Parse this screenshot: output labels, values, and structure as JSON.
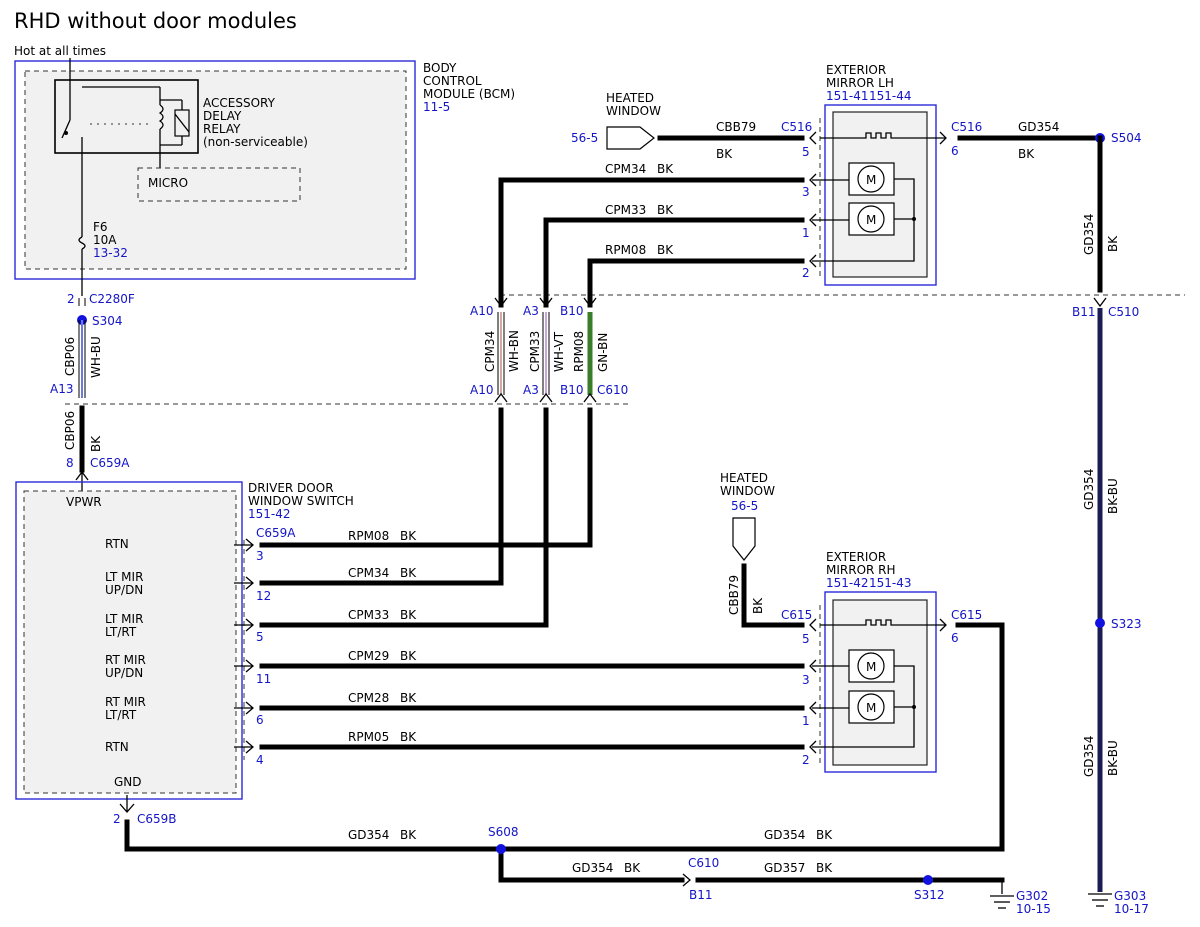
{
  "title": "RHD without door modules",
  "hot_label": "Hot at all times",
  "bcm": {
    "l1": "BODY",
    "l2": "CONTROL",
    "l3": "MODULE (BCM)",
    "ref": "11-5"
  },
  "relay": {
    "l1": "ACCESSORY",
    "l2": "DELAY",
    "l3": "RELAY",
    "l4": "(non-serviceable)"
  },
  "micro": "MICRO",
  "fuse": {
    "name": "F6",
    "rating": "10A",
    "ref": "13-32"
  },
  "c2280f": {
    "pin": "2",
    "name": "C2280F"
  },
  "s304": "S304",
  "cbp06_upper": {
    "circuit": "CBP06",
    "color": "WH-BU"
  },
  "a13": "A13",
  "cbp06_lower": {
    "circuit": "CBP06",
    "color": "BK"
  },
  "c659a_top": {
    "pin": "8",
    "name": "C659A"
  },
  "driver_switch": {
    "l1": "DRIVER DOOR",
    "l2": "WINDOW SWITCH",
    "ref": "151-42",
    "vpwr": "VPWR",
    "gnd": "GND",
    "connector": "C659A",
    "functions": [
      {
        "l1": "RTN",
        "l2": ""
      },
      {
        "l1": "LT MIR",
        "l2": "UP/DN"
      },
      {
        "l1": "LT MIR",
        "l2": "LT/RT"
      },
      {
        "l1": "RT MIR",
        "l2": "UP/DN"
      },
      {
        "l1": "RT MIR",
        "l2": "LT/RT"
      },
      {
        "l1": "RTN",
        "l2": ""
      }
    ],
    "rows": [
      {
        "pin": "3",
        "circuit": "RPM08",
        "color": "BK"
      },
      {
        "pin": "12",
        "circuit": "CPM34",
        "color": "BK"
      },
      {
        "pin": "5",
        "circuit": "CPM33",
        "color": "BK"
      },
      {
        "pin": "11",
        "circuit": "CPM29",
        "color": "BK"
      },
      {
        "pin": "6",
        "circuit": "CPM28",
        "color": "BK"
      },
      {
        "pin": "4",
        "circuit": "RPM05",
        "color": "BK"
      }
    ]
  },
  "c659b": {
    "pin": "2",
    "name": "C659B"
  },
  "heated_window_lh": {
    "l1": "HEATED",
    "l2": "WINDOW",
    "ref": "56-5"
  },
  "cbb79_lh": {
    "circuit": "CBB79",
    "color": "BK"
  },
  "mirror_lh": {
    "l1": "EXTERIOR",
    "l2": "MIRROR LH",
    "ref1": "151-41",
    "ref2": "151-44",
    "conn_left": "C516",
    "conn_right": "C516",
    "pins": [
      "5",
      "3",
      "1",
      "2"
    ],
    "pin_right": "6",
    "wires": [
      {
        "circuit": "CPM34",
        "color": "BK"
      },
      {
        "circuit": "CPM33",
        "color": "BK"
      },
      {
        "circuit": "RPM08",
        "color": "BK"
      }
    ]
  },
  "gd354_top": {
    "circuit": "GD354",
    "color": "BK"
  },
  "s504": "S504",
  "gd354_vert_upper": {
    "circuit": "GD354",
    "color": "BK"
  },
  "c510": {
    "pin": "B11",
    "name": "C510"
  },
  "gd354_vert_mid": {
    "circuit": "GD354",
    "color": "BK-BU"
  },
  "s323": "S323",
  "gd354_vert_lower": {
    "circuit": "GD354",
    "color": "BK-BU"
  },
  "g303": {
    "name": "G303",
    "ref": "10-17"
  },
  "c610_inline": {
    "name": "C610",
    "pins": [
      "A10",
      "A3",
      "B10"
    ],
    "wires": [
      {
        "circuit": "CPM34",
        "color": "WH-BN"
      },
      {
        "circuit": "CPM33",
        "color": "WH-VT"
      },
      {
        "circuit": "RPM08",
        "color": "GN-BN"
      }
    ]
  },
  "heated_window_rh": {
    "l1": "HEATED",
    "l2": "WINDOW",
    "ref": "56-5"
  },
  "cbb79_rh": {
    "circuit": "CBB79",
    "color": "BK"
  },
  "mirror_rh": {
    "l1": "EXTERIOR",
    "l2": "MIRROR RH",
    "ref1": "151-42",
    "ref2": "151-43",
    "conn_left": "C615",
    "conn_right": "C615",
    "pins": [
      "5",
      "3",
      "1",
      "2"
    ],
    "pin_right": "6"
  },
  "motor_label": "M",
  "ground_bottom": [
    {
      "circuit": "GD354",
      "color": "BK"
    },
    {
      "circuit": "GD354",
      "color": "BK"
    },
    {
      "circuit": "GD354",
      "color": "BK"
    },
    {
      "circuit": "GD357",
      "color": "BK"
    }
  ],
  "s608": "S608",
  "c610_ground": {
    "pin": "B11",
    "name": "C610"
  },
  "s312": "S312",
  "g302": {
    "name": "G302",
    "ref": "10-15"
  },
  "colors": {
    "wire": "#000000",
    "link": "#1414c8",
    "splice": "#1212e0",
    "module_border": "#2a2ad8",
    "gn_bn_wire": "#3a7d2a",
    "bk_bu_wire": "#1c1c55"
  }
}
